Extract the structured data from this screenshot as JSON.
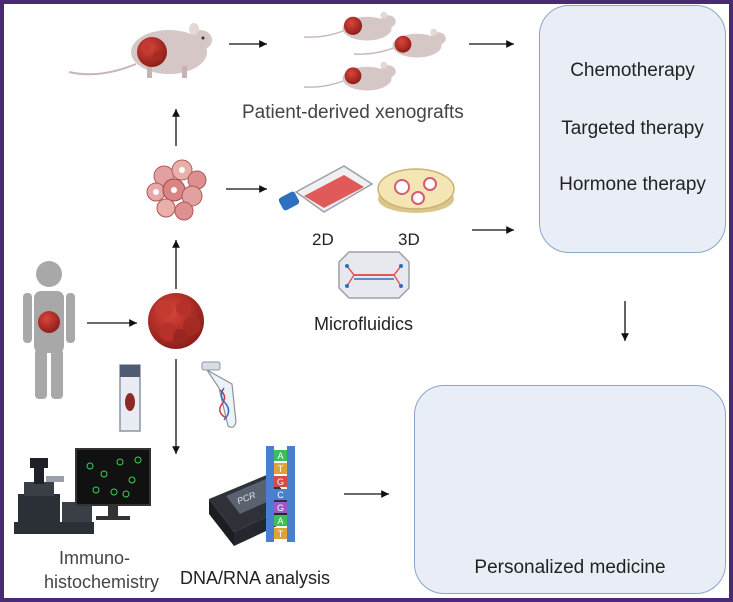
{
  "labels": {
    "pdx": "Patient-derived xenografts",
    "two_d": "2D",
    "three_d": "3D",
    "microfluidics": "Microfluidics",
    "immuno_line1": "Immuno-",
    "immuno_line2": "histochemistry",
    "dna_rna": "DNA/RNA analysis",
    "personalized": "Personalized medicine",
    "pcr": "PCR"
  },
  "therapies": [
    "Chemotherapy",
    "Targeted therapy",
    "Hormone therapy"
  ],
  "dna_letters": [
    "A",
    "T",
    "G",
    "C",
    "G",
    "A",
    "T"
  ],
  "colors": {
    "frame": "#4a2a73",
    "box_fill": "#e9eef6",
    "box_border": "#8aa6c8",
    "tumor": "#b8302a",
    "mouse": "#d2c3c3",
    "human": "#a8a8a8"
  }
}
